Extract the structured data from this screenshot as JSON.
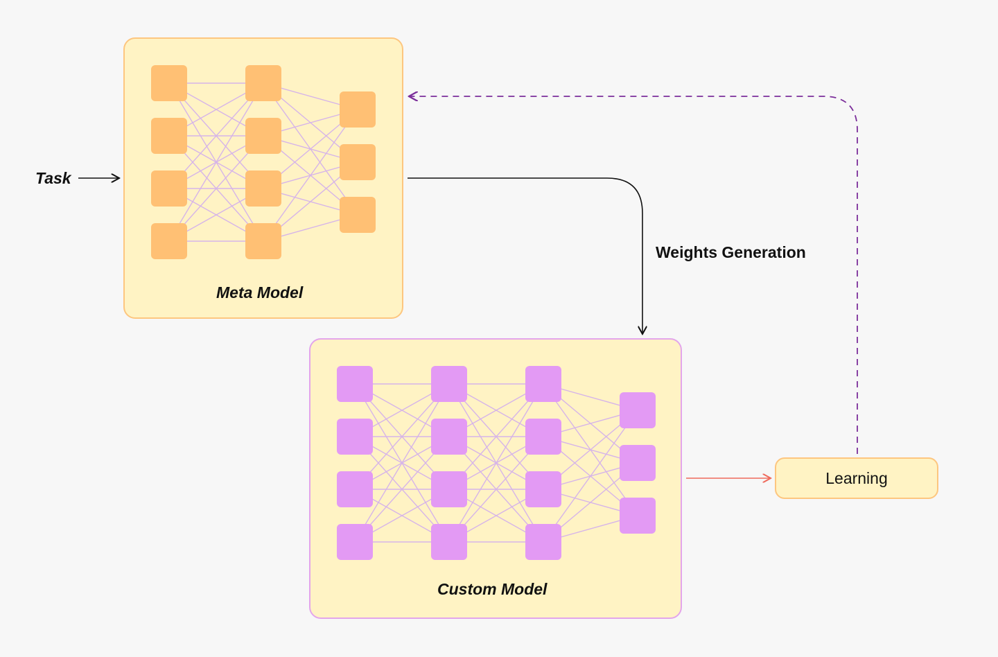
{
  "labels": {
    "task": "Task",
    "meta_model": "Meta Model",
    "custom_model": "Custom Model",
    "weights_generation": "Weights Generation",
    "learning": "Learning"
  },
  "meta_model": {
    "layers": [
      4,
      4,
      3
    ]
  },
  "custom_model": {
    "layers": [
      4,
      4,
      4,
      3
    ]
  },
  "colors": {
    "box_fill": "#fff3c4",
    "meta_border": "#fdc67f",
    "meta_node": "#ffc074",
    "custom_border": "#e3a5eb",
    "custom_node": "#e39af4",
    "connection": "#d6b4e9",
    "main_arrow": "#111111",
    "learning_arrow": "#ef6a5c",
    "feedback_arrow": "#7b2e9a"
  }
}
